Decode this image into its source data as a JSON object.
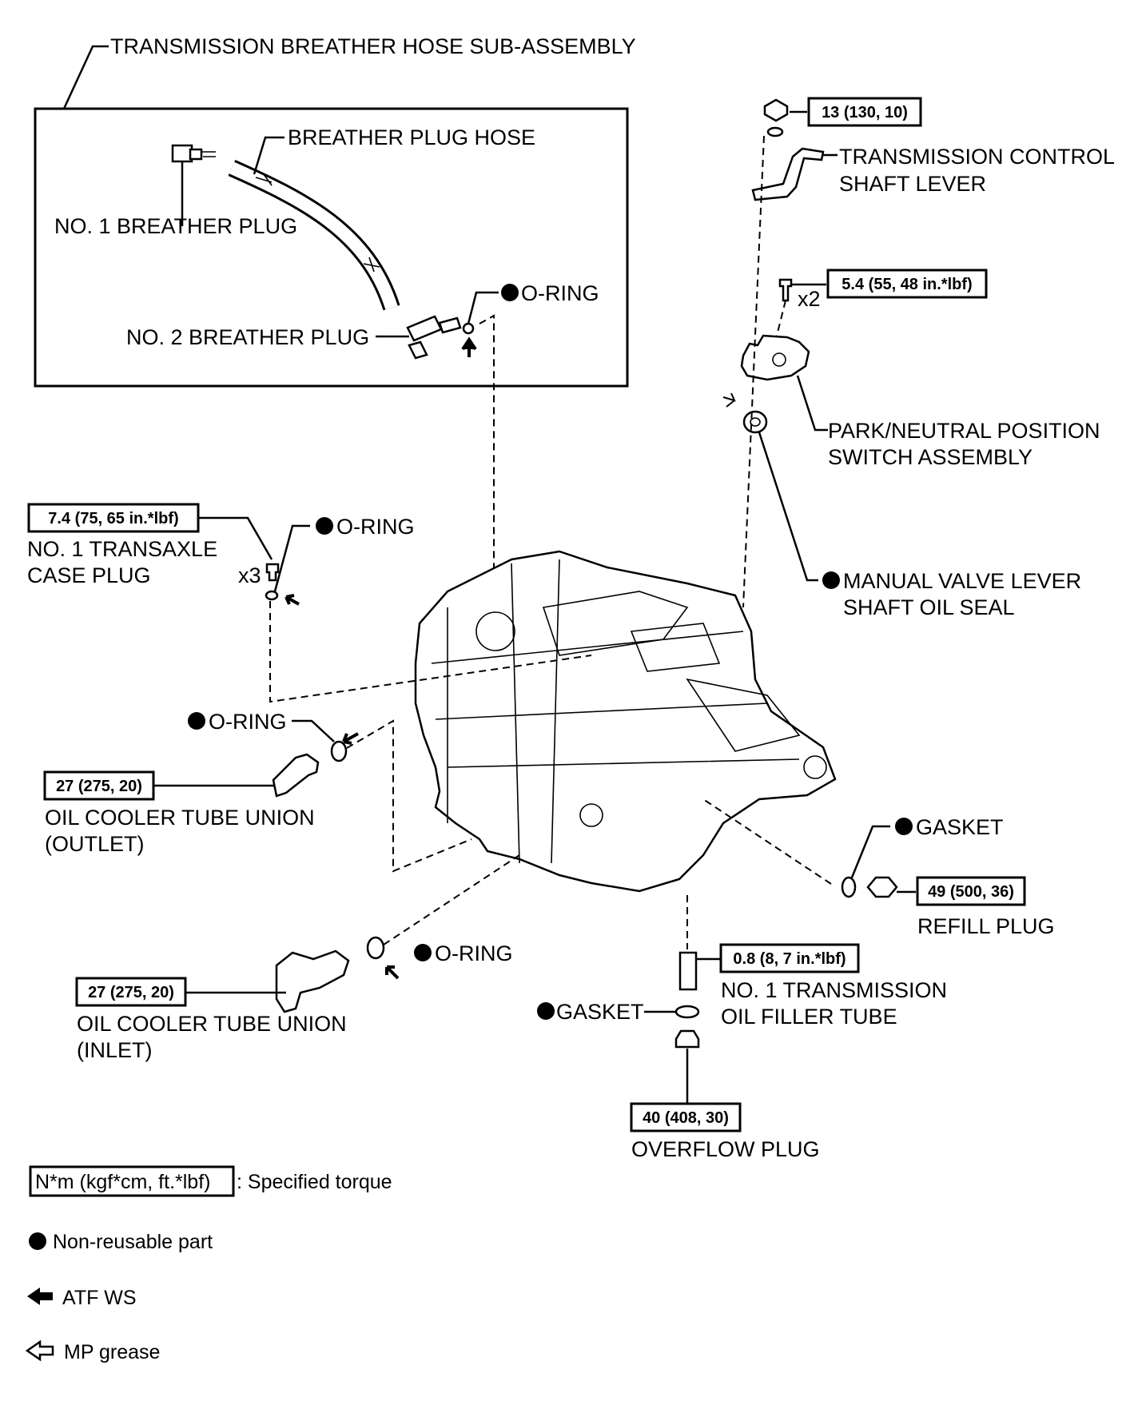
{
  "labels": {
    "breather_hose_subassembly": "TRANSMISSION BREATHER HOSE SUB-ASSEMBLY",
    "breather_plug_hose": "BREATHER PLUG HOSE",
    "no1_breather_plug": "NO. 1 BREATHER PLUG",
    "no2_breather_plug": "NO. 2 BREATHER PLUG",
    "o_ring": "O-RING",
    "control_shaft_lever_1": "TRANSMISSION CONTROL",
    "control_shaft_lever_2": "SHAFT LEVER",
    "pn_switch_1": "PARK/NEUTRAL POSITION",
    "pn_switch_2": "SWITCH ASSEMBLY",
    "manual_valve_seal_1": "MANUAL VALVE LEVER",
    "manual_valve_seal_2": "SHAFT OIL SEAL",
    "case_plug_1": "NO. 1 TRANSAXLE",
    "case_plug_2": "CASE PLUG",
    "cooler_outlet_1": "OIL COOLER TUBE UNION",
    "cooler_outlet_2": "(OUTLET)",
    "cooler_inlet_1": "OIL COOLER TUBE UNION",
    "cooler_inlet_2": "(INLET)",
    "gasket": "GASKET",
    "refill_plug": "REFILL PLUG",
    "filler_tube_1": "NO. 1 TRANSMISSION",
    "filler_tube_2": "OIL FILLER TUBE",
    "overflow_plug": "OVERFLOW PLUG",
    "qty_x2": "x2",
    "qty_x3": "x3"
  },
  "torques": {
    "control_lever_nut": "13 (130, 10)",
    "pn_switch_bolt": "5.4 (55, 48 in.*lbf)",
    "case_plug": "7.4 (75, 65 in.*lbf)",
    "cooler_outlet": "27 (275, 20)",
    "cooler_inlet": "27 (275, 20)",
    "refill_plug": "49 (500, 36)",
    "filler_tube": "0.8 (8, 7 in.*lbf)",
    "overflow_plug": "40 (408, 30)"
  },
  "legend": {
    "torque_unit_box": "N*m (kgf*cm, ft.*lbf)",
    "torque_desc": ": Specified torque",
    "non_reusable": "Non-reusable part",
    "atf_ws": "ATF WS",
    "mp_grease": "MP grease"
  }
}
